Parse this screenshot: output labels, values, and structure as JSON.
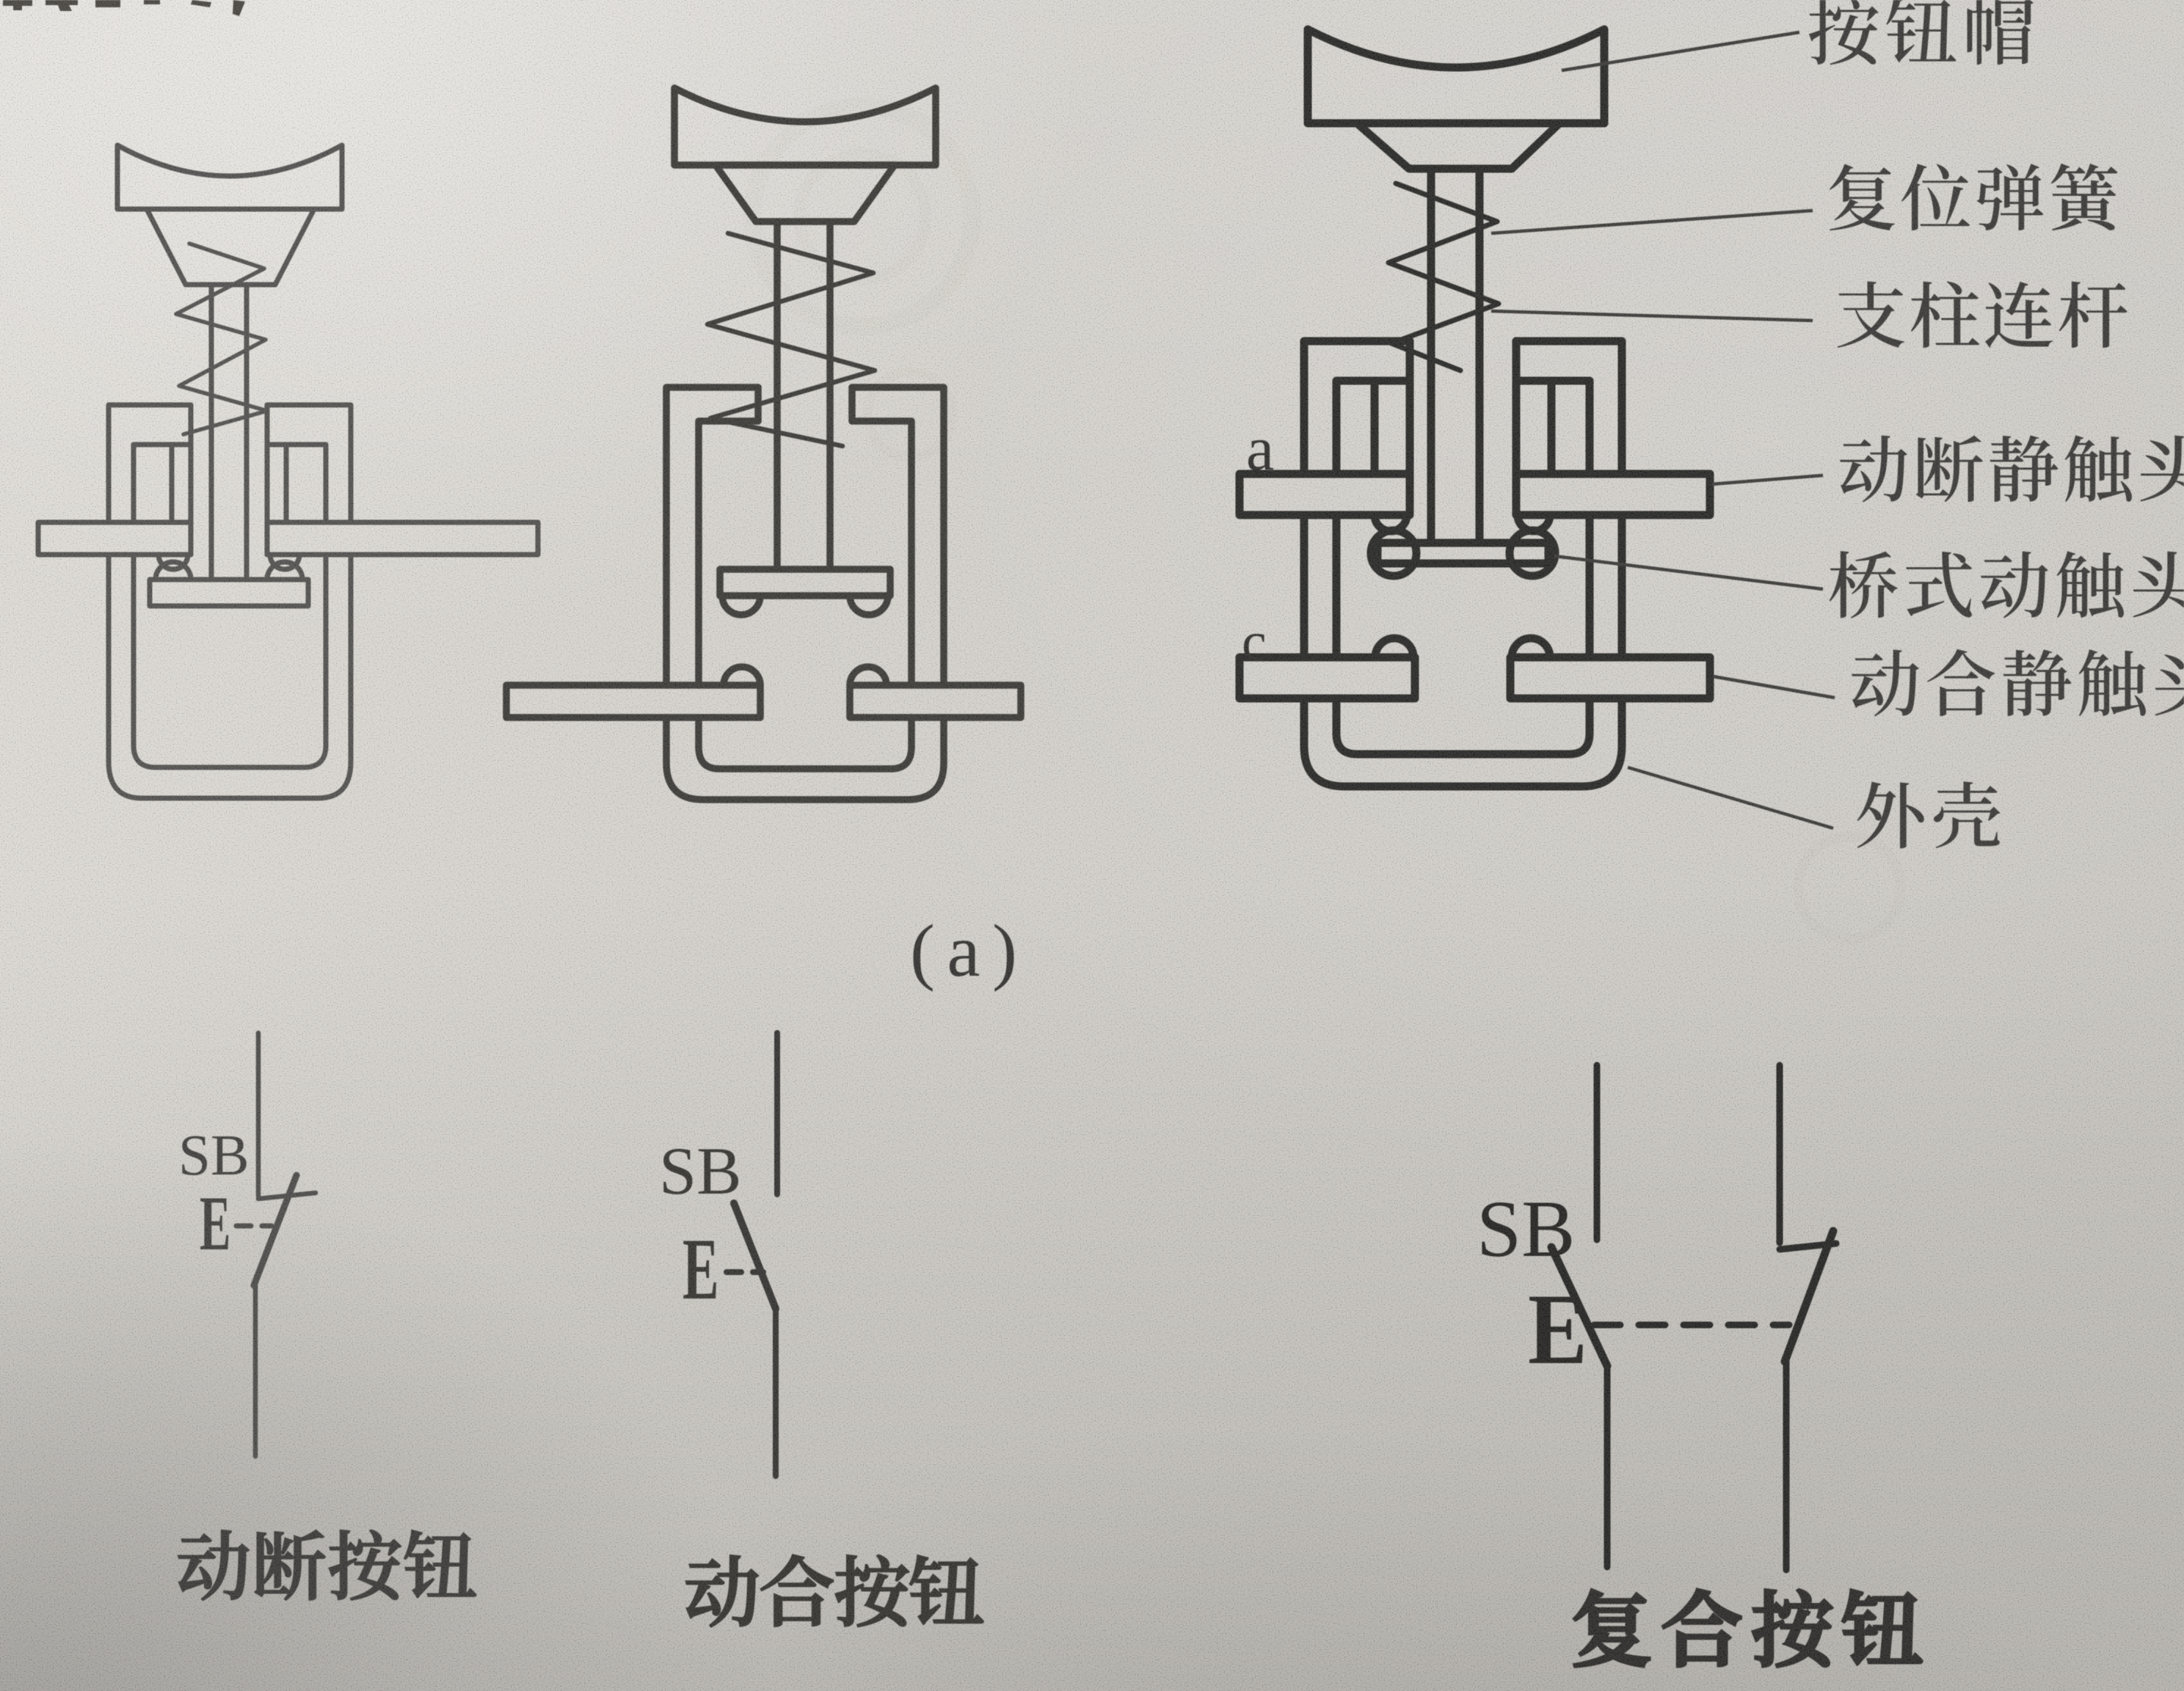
{
  "page": {
    "type": "textbook photo",
    "language": "zh-CN",
    "topic": "push-button switch structure and circuit symbols"
  },
  "colors": {
    "paper": "#cbc9c4",
    "ink_dark": "#252523",
    "ink_medium": "#343331",
    "ink_light": "#4f4e4c",
    "label_text": "#3a3836"
  },
  "structure_figures": {
    "subfigure_label": "(a)",
    "terminal_markers": {
      "upper": "a",
      "lower": "c"
    },
    "part_labels": {
      "button_cap": "按钮帽",
      "return_spring": "复位弹簧",
      "support_link": "支柱连杆",
      "nc_static_contact": "动断静触头",
      "bridge_moving_contact": "桥式动触头",
      "no_static_contact": "动合静触头",
      "housing": "外壳"
    }
  },
  "circuit_symbols": {
    "nc_button": {
      "designation": "SB",
      "actuator": "E",
      "caption": "动断按钮"
    },
    "no_button": {
      "designation": "SB",
      "actuator": "E",
      "caption": "动合按钮"
    },
    "compound_button": {
      "designation": "SB",
      "actuator": "E",
      "caption": "复合按钮"
    }
  }
}
